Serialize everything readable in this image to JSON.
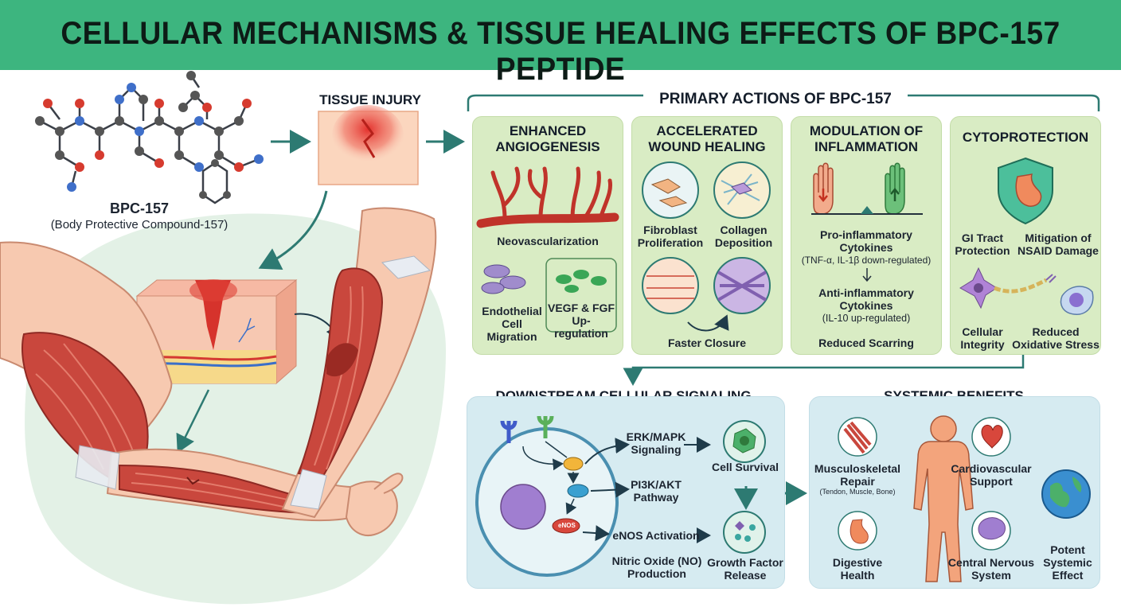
{
  "title": "CELLULAR MECHANISMS & TISSUE HEALING EFFECTS OF BPC-157 PEPTIDE",
  "molecule": {
    "name": "BPC-157",
    "fullname": "(Body Protective Compound-157)"
  },
  "injury": {
    "label": "TISSUE INJURY"
  },
  "primary": {
    "title": "PRIMARY ACTIONS OF BPC-157",
    "angiogenesis": {
      "title1": "ENHANCED",
      "title2": "ANGIOGENESIS",
      "neo": "Neovascularization",
      "endo1": "Endothelial",
      "endo2": "Cell Migration",
      "vegf1": "VEGF & FGF",
      "vegf2": "Up-regulation"
    },
    "wound": {
      "title1": "ACCELERATED",
      "title2": "WOUND HEALING",
      "fib1": "Fibroblast",
      "fib2": "Proliferation",
      "col1": "Collagen",
      "col2": "Deposition",
      "closure": "Faster Closure"
    },
    "inflammation": {
      "title1": "MODULATION OF",
      "title2": "INFLAMMATION",
      "pro1": "Pro-inflammatory",
      "pro2": "Cytokines",
      "pro3": "(TNF-α, IL-1β down-regulated)",
      "anti1": "Anti-inflammatory",
      "anti2": "Cytokines",
      "anti3": "(IL-10 up-regulated)",
      "scar": "Reduced Scarring"
    },
    "cyto": {
      "title": "CYTOPROTECTION",
      "gi1": "GI Tract",
      "gi2": "Protection",
      "nsaid1": "Mitigation of",
      "nsaid2": "NSAID Damage",
      "cell1": "Cellular",
      "cell2": "Integrity",
      "ox1": "Reduced",
      "ox2": "Oxidative Stress"
    }
  },
  "signaling": {
    "title": "DOWNSTREAM CELLULAR SIGNALING",
    "erk1": "ERK/MAPK",
    "erk2": "Signaling",
    "pi1": "PI3K/AKT",
    "pi2": "Pathway",
    "enos_tag": "eNOS",
    "enos": "eNOS Activation",
    "no1": "Nitric Oxide (NO)",
    "no2": "Production",
    "survival": "Cell Survival",
    "gf1": "Growth Factor",
    "gf2": "Release"
  },
  "systemic": {
    "title": "SYSTEMIC BENEFITS",
    "musc1": "Musculoskeletal",
    "musc2": "Repair",
    "musc3": "(Tendon, Muscle, Bone)",
    "cardio1": "Cardiovascular",
    "cardio2": "Support",
    "dig1": "Digestive",
    "dig2": "Health",
    "cns1": "Central Nervous",
    "cns2": "System",
    "pot1": "Potent",
    "pot2": "Systemic",
    "pot3": "Effect"
  },
  "colors": {
    "banner": "#3db57f",
    "card_green": "#d9ecc4",
    "card_blue": "#d6ebf1",
    "arrow": "#2d7a72",
    "muscle": "#c9473d"
  }
}
